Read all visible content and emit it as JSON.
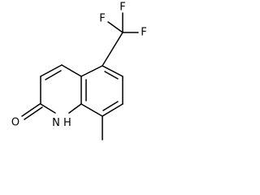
{
  "molecule": {
    "atoms": {
      "f1": "F",
      "f2": "F",
      "f3": "F",
      "o": "O",
      "n": "H"
    },
    "n_prefix": "N"
  }
}
